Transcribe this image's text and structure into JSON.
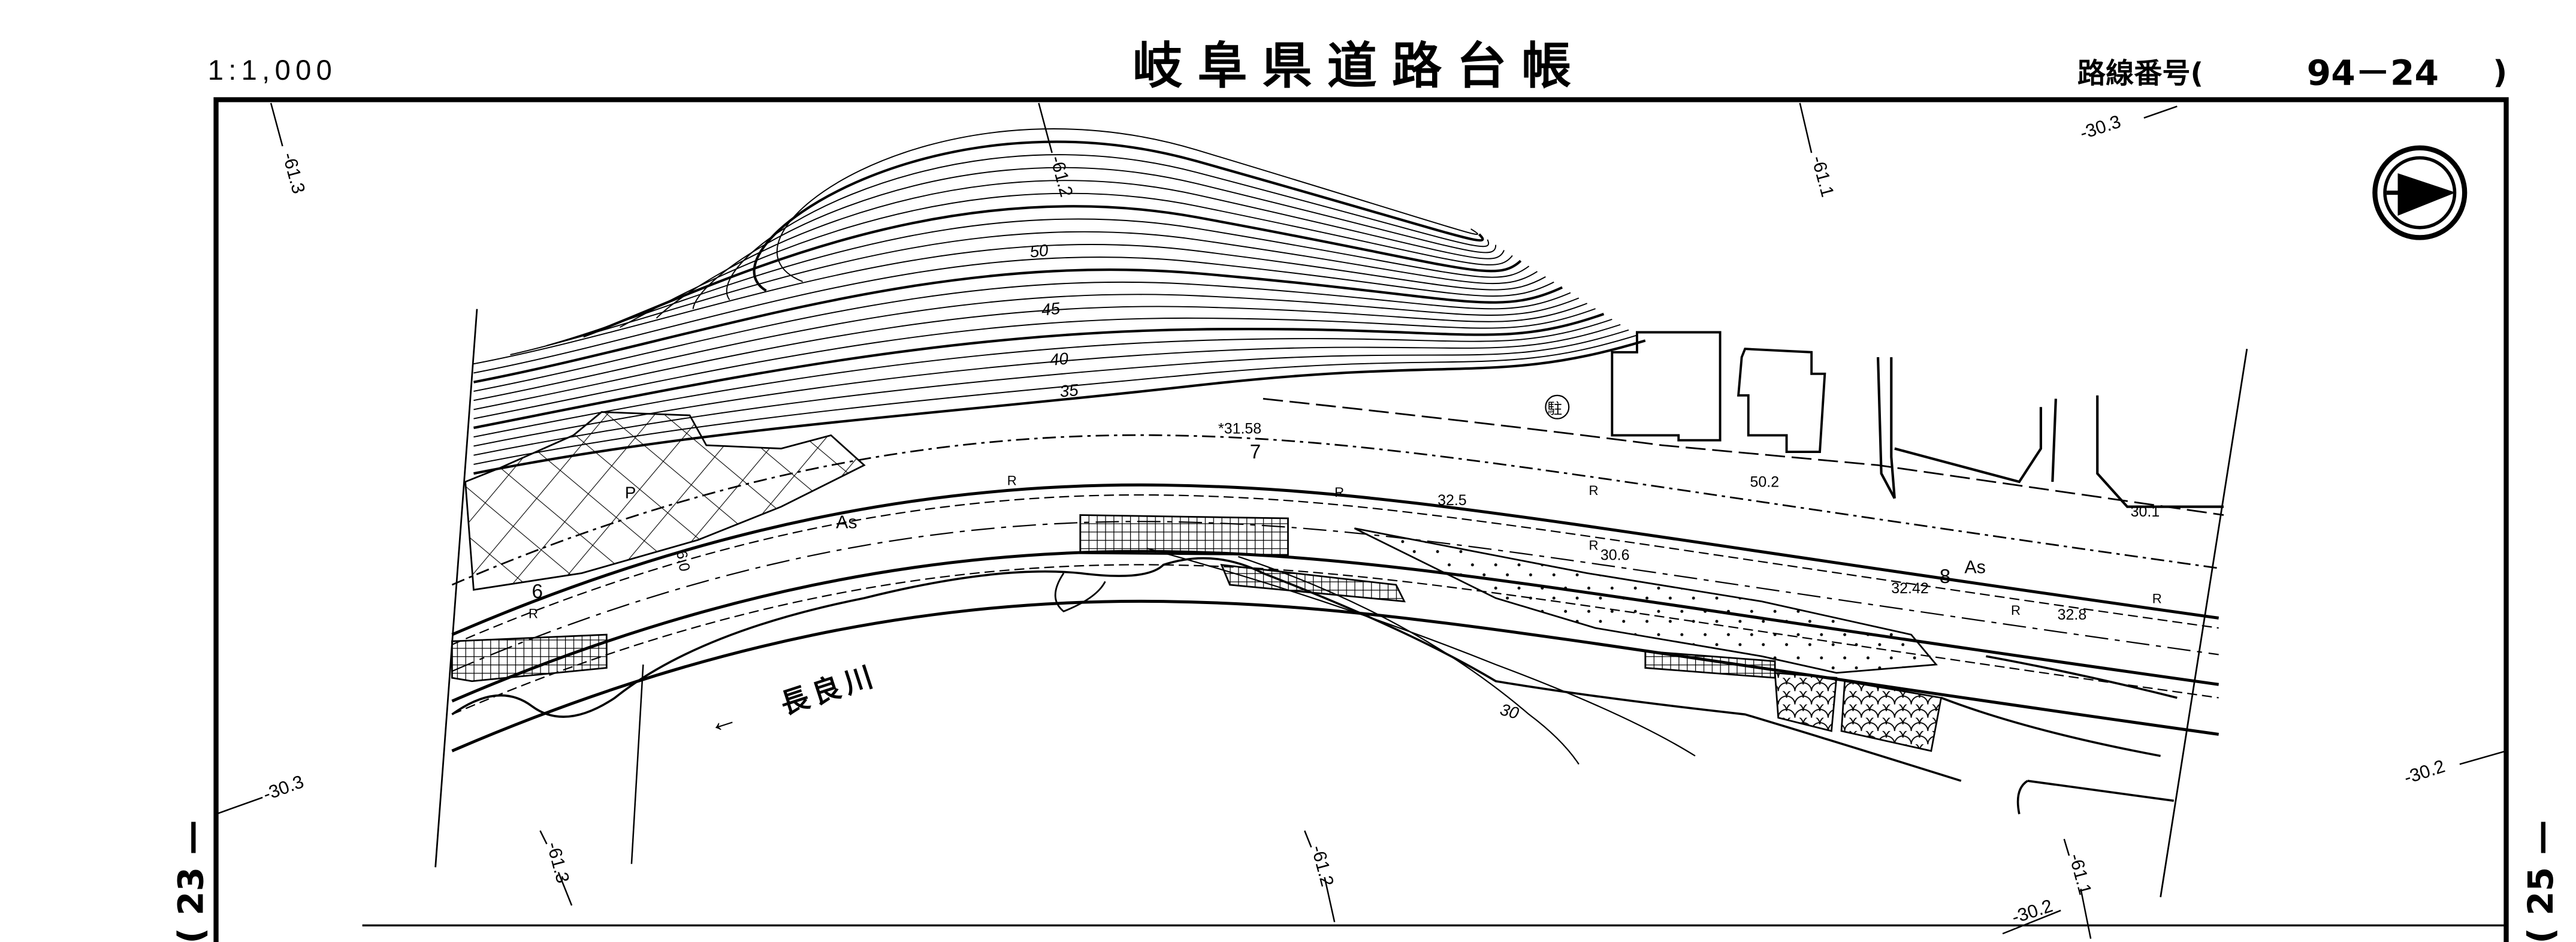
{
  "header": {
    "scale": "1:1,000",
    "title": "岐阜県道路台帳",
    "route_label": "路線番号(",
    "route_number": "94－24",
    "route_close": ")"
  },
  "side": {
    "left_sheet": "( 23 —",
    "right_sheet": "( 25 —"
  },
  "grid_labels": {
    "top_61_3": "-61.3",
    "top_61_2": "-61.2",
    "top_61_1": "-61.1",
    "top_30_3": "-30.3",
    "left_30_3": "-30.3",
    "right_30_2": "-30.2",
    "bottom_61_3": "-61.3",
    "bottom_61_2": "-61.2",
    "bottom_61_1": "-61.1",
    "bottom_30_2": "-30.2"
  },
  "map_labels": {
    "contour_50": "50",
    "contour_45": "45",
    "contour_40": "40",
    "contour_35": "35",
    "contour_30": "30",
    "elev_3158": "*31.58",
    "station_6": "6",
    "station_7": "7",
    "station_8": "8",
    "surface_as_1": "As",
    "surface_as_2": "As",
    "r1": "R",
    "r2": "R",
    "r3": "R",
    "r4": "R",
    "r5": "R",
    "r6": "R",
    "r7": "R",
    "elev_325": "32.5",
    "elev_306": "30.6",
    "elev_502": "50.2",
    "elev_301": "30.1",
    "elev_3242": "32.42",
    "elev_328": "32.8",
    "park": "P",
    "width_60": "6.0",
    "river_name": "長良川",
    "river_arrow": "←",
    "parking": "駐"
  }
}
